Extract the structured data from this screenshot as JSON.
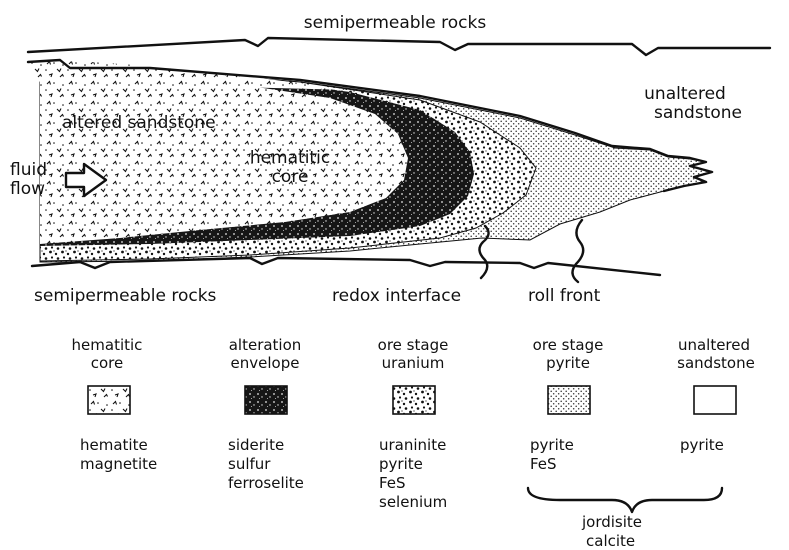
{
  "diagram": {
    "top_rocks_label": "semipermeable rocks",
    "bottom_rocks_label": "semipermeable rocks",
    "altered_sandstone_label": "altered sandstone",
    "unaltered_sandstone_label_line1": "unaltered",
    "unaltered_sandstone_label_line2": "sandstone",
    "hematitic_core_label_line1": "hematitic",
    "hematitic_core_label_line2": "core",
    "fluid_flow_label_line1": "fluid",
    "fluid_flow_label_line2": "flow",
    "redox_interface_label": "redox interface",
    "roll_front_label": "roll front"
  },
  "legend": {
    "items": [
      {
        "title_line1": "hematitic",
        "title_line2": "core",
        "minerals": [
          "hematite",
          "magnetite"
        ],
        "swatch": "hematitic-core-pattern"
      },
      {
        "title_line1": "alteration",
        "title_line2": "envelope",
        "minerals": [
          "siderite",
          "sulfur",
          "ferroselite"
        ],
        "swatch": "alteration-envelope-pattern"
      },
      {
        "title_line1": "ore stage",
        "title_line2": "uranium",
        "minerals": [
          "uraninite",
          "pyrite",
          "FeS",
          "selenium"
        ],
        "swatch": "ore-uranium-pattern"
      },
      {
        "title_line1": "ore stage",
        "title_line2": "pyrite",
        "minerals": [
          "pyrite",
          "FeS"
        ],
        "swatch": "ore-pyrite-pattern"
      },
      {
        "title_line1": "unaltered",
        "title_line2": "sandstone",
        "minerals": [
          "pyrite"
        ],
        "swatch": "unaltered-blank"
      }
    ],
    "brace_minerals": [
      "jordisite",
      "calcite"
    ]
  }
}
